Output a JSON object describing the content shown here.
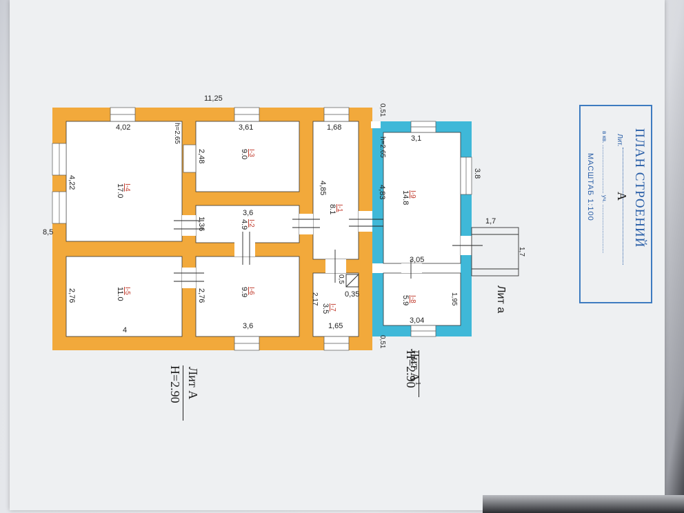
{
  "title_block": {
    "heading": "ПЛАН СТРОЕНИЙ",
    "lit_label": "Лит.",
    "lit_value": "А",
    "address_line": "в кв. .............................. уч. ..............................",
    "scale": "МАСШТАБ 1:100"
  },
  "overall": {
    "length": "11,25",
    "width": "8,5"
  },
  "rooms": [
    {
      "id": "I-1",
      "area": "8.1"
    },
    {
      "id": "I-2",
      "area": "4.9"
    },
    {
      "id": "I-3",
      "area": "9.0"
    },
    {
      "id": "I-4",
      "area": "17.0"
    },
    {
      "id": "I-5",
      "area": "11.0"
    },
    {
      "id": "I-6",
      "area": "9.9"
    },
    {
      "id": "I-7",
      "area": "3.5"
    },
    {
      "id": "I-8",
      "area": "5.9"
    },
    {
      "id": "I-9",
      "area": "14.8"
    }
  ],
  "dims": {
    "r4_top": "4,02",
    "r4_side": "4,22",
    "r3_top": "3,61",
    "r3_side": "2,48",
    "r1_top": "1,68",
    "r1_side": "4,85",
    "r2_top": "3,6",
    "r2_side": "1,36",
    "r5_side": "2,76",
    "r5_bottom": "4",
    "r6_side": "2,76",
    "r6_bottom": "3,6",
    "r7_side": "2,17",
    "r7_bottom": "1,65",
    "niche_a": "0,5",
    "niche_b": "0,35",
    "r9_top": "3,1",
    "r9_side": "4,83",
    "r9_out": "3.8",
    "r8_top": "3,05",
    "r8_side": "1,95",
    "r8_bottom": "3,04",
    "wall_top": "0,51",
    "wall_bottom": "0,51",
    "porch_w": "1,7",
    "porch_d": "1,7",
    "height_a1": "h=2.65",
    "height_a2": "h=2.65"
  },
  "labels": {
    "lit_a_small": "Лит а",
    "lit_a1": "Лит А",
    "lit_a1_sup": "1",
    "lit_a1_h": "H=2.90",
    "lit_a": "Лит А",
    "lit_a_h": "H=2.90"
  },
  "colors": {
    "main_wall": "#f2a93b",
    "annex_wall": "#3fb8d8",
    "title_border": "#3d7bc0"
  }
}
